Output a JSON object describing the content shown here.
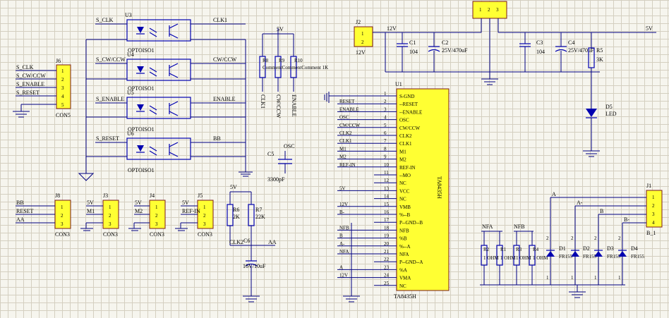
{
  "optos": [
    {
      "ref": "U3",
      "value": "OPTOISO1",
      "in": "S_CLK",
      "out": "CLK1"
    },
    {
      "ref": "U4",
      "value": "OPTOISO1",
      "in": "S_CW/CCW",
      "out": "CW/CCW"
    },
    {
      "ref": "U5",
      "value": "OPTOISO1",
      "in": "S_ENABLE",
      "out": "ENABLE"
    },
    {
      "ref": "U6",
      "value": "OPTOISO1",
      "in": "S_RESET",
      "out": "BB"
    }
  ],
  "j6": {
    "ref": "J6",
    "value": "CON5",
    "pins": [
      "1",
      "2",
      "3",
      "4",
      "5"
    ],
    "nets": [
      "S_CLK",
      "S_CW/CCW",
      "S_ENABLE",
      "S_RESET"
    ]
  },
  "pullups": {
    "vcc": "5V",
    "resistors": [
      "R8",
      "R9",
      "R10"
    ],
    "values_text": "CommentCommentComment 1K",
    "nets": [
      "CLK1",
      "CW/CCW",
      "ENABLE"
    ]
  },
  "c5": {
    "ref": "C5",
    "value": "3300pF",
    "net": "OSC"
  },
  "j2": {
    "ref": "J2",
    "value": "12V",
    "pins": [
      "1",
      "2"
    ]
  },
  "reg": {
    "pins": [
      "1",
      "2",
      "3"
    ],
    "in": "12V",
    "out": "5V"
  },
  "caps": {
    "c1": "C1",
    "c1v": "104",
    "c2": "C2",
    "c2v": "25V/470uF",
    "c3": "C3",
    "c3v": "104",
    "c4": "C4",
    "c4v": "25V/470uF"
  },
  "led": {
    "r": "R5",
    "rv": "3K",
    "d": "D5",
    "dv": "LED"
  },
  "u1": {
    "ref": "U1",
    "value": "TA8435H",
    "bottom": "TA8435H",
    "pins": [
      {
        "n": "1",
        "name": "S-GND",
        "net": ""
      },
      {
        "n": "2",
        "name": "--RESET",
        "net": "RESET"
      },
      {
        "n": "3",
        "name": "--ENABLE",
        "net": "ENABLE"
      },
      {
        "n": "4",
        "name": "OSC",
        "net": "OSC"
      },
      {
        "n": "5",
        "name": "CW/CCW",
        "net": "CW/CCW"
      },
      {
        "n": "6",
        "name": "CLK2",
        "net": "CLK2"
      },
      {
        "n": "7",
        "name": "CLK1",
        "net": "CLK1"
      },
      {
        "n": "8",
        "name": "M1",
        "net": "M1"
      },
      {
        "n": "9",
        "name": "M2",
        "net": "M2"
      },
      {
        "n": "10",
        "name": "REF-IN",
        "net": "REF-IN"
      },
      {
        "n": "11",
        "name": "--MO",
        "net": ""
      },
      {
        "n": "12",
        "name": "NC",
        "net": ""
      },
      {
        "n": "13",
        "name": "VCC",
        "net": "5V"
      },
      {
        "n": "14",
        "name": "NC",
        "net": ""
      },
      {
        "n": "15",
        "name": "VMB",
        "net": "12V"
      },
      {
        "n": "16",
        "name": "%--B",
        "net": "B-"
      },
      {
        "n": "17",
        "name": "P--GND--B",
        "net": ""
      },
      {
        "n": "18",
        "name": "NFB",
        "net": "NFB"
      },
      {
        "n": "19",
        "name": "%B",
        "net": "B"
      },
      {
        "n": "20",
        "name": "%--A",
        "net": "A-"
      },
      {
        "n": "21",
        "name": "NFA",
        "net": "NFA"
      },
      {
        "n": "22",
        "name": "P--GND--A",
        "net": ""
      },
      {
        "n": "23",
        "name": "%A",
        "net": "A"
      },
      {
        "n": "24",
        "name": "VMA",
        "net": "12V"
      },
      {
        "n": "25",
        "name": "NC",
        "net": ""
      }
    ]
  },
  "connectors": [
    {
      "ref": "J8",
      "value": "CON3",
      "nets": [
        "BB",
        "RESET",
        "AA"
      ]
    },
    {
      "ref": "J3",
      "value": "CON3",
      "nets": [
        "5V",
        "M1",
        ""
      ]
    },
    {
      "ref": "J4",
      "value": "CON3",
      "nets": [
        "5V",
        "M2",
        ""
      ]
    },
    {
      "ref": "J5",
      "value": "CON3",
      "nets": [
        "5V",
        "REF-IN",
        ""
      ]
    }
  ],
  "divider": {
    "vcc": "5V",
    "r6": "R6",
    "r6v": "2K",
    "r7": "R7",
    "r7v": "22K",
    "c6": "C6",
    "c6v": "16V/10uF",
    "clk2": "CLK2",
    "aa": "AA"
  },
  "sense": {
    "nfa": "NFA",
    "nfb": "NFB",
    "r": [
      "R2",
      "R1",
      "R3",
      "R4"
    ],
    "rv": [
      "1 OHM",
      "1 OHM",
      "1 OHM",
      "1 OHM"
    ]
  },
  "diodes": {
    "refs": [
      "D1",
      "D2",
      "D3",
      "D4"
    ],
    "value": "FR155",
    "pins": [
      "1",
      "2"
    ]
  },
  "j1": {
    "ref": "J1",
    "value": "B_1",
    "pins": [
      "1",
      "2",
      "3",
      "4"
    ],
    "nets": [
      "A",
      "A-",
      "B",
      "B-"
    ]
  },
  "colors": {
    "part": "#ffff33",
    "wire": "#000080",
    "symbol": "#0000b0"
  }
}
